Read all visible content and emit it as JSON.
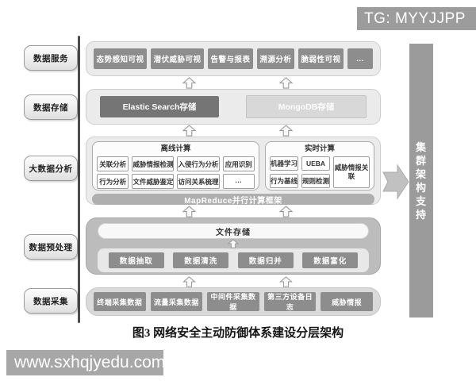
{
  "header": {
    "tg_label": "TG: MYYJJPP"
  },
  "watermark": {
    "text": "www.sxhqjyedu.com"
  },
  "caption": {
    "text": "图3 网络安全主动防御体系建设分层架构"
  },
  "left_rail": {
    "items": [
      "数据服务",
      "数据存储",
      "大数据分析",
      "数据预处理",
      "数据采集"
    ]
  },
  "right_rail": {
    "label": "集群架构支持"
  },
  "layers": {
    "service": {
      "items": [
        "态势感知可视",
        "潜伏威胁可视",
        "告警与报表",
        "溯源分析",
        "脆弱性可视",
        "..."
      ]
    },
    "storage": {
      "elastic": "Elastic Search存储",
      "mongo": "MongoDB存储"
    },
    "analysis": {
      "offline": {
        "title": "离线计算",
        "row1": [
          "关联分析",
          "威胁情报检测",
          "入侵行为分析",
          "应用识别"
        ],
        "row2": [
          "行为分析",
          "文件威胁鉴定",
          "访问关系梳理",
          "···"
        ]
      },
      "realtime": {
        "title": "实时计算",
        "cells": [
          "机器学习",
          "UEBA",
          "行为基线",
          "规则检测"
        ],
        "side": "威胁情报关联"
      },
      "framework": "MapReduce并行计算框架"
    },
    "preprocess": {
      "file_storage": "文件存储",
      "items": [
        "数据抽取",
        "数据清洗",
        "数据归并",
        "数据富化"
      ]
    },
    "collection": {
      "items": [
        "终端采集数据",
        "流量采集数据",
        "中间件采集数据",
        "第三方设备日志",
        "威胁情报"
      ]
    }
  },
  "colors": {
    "dark_box": "#8d8d8d",
    "elastic_box": "#757575",
    "mongo_box": "#d8d8d8",
    "layer_bg": "#ebebeb",
    "accent_bar": "#9b9b9b",
    "preprocess_bg": "#bcbcbc"
  }
}
